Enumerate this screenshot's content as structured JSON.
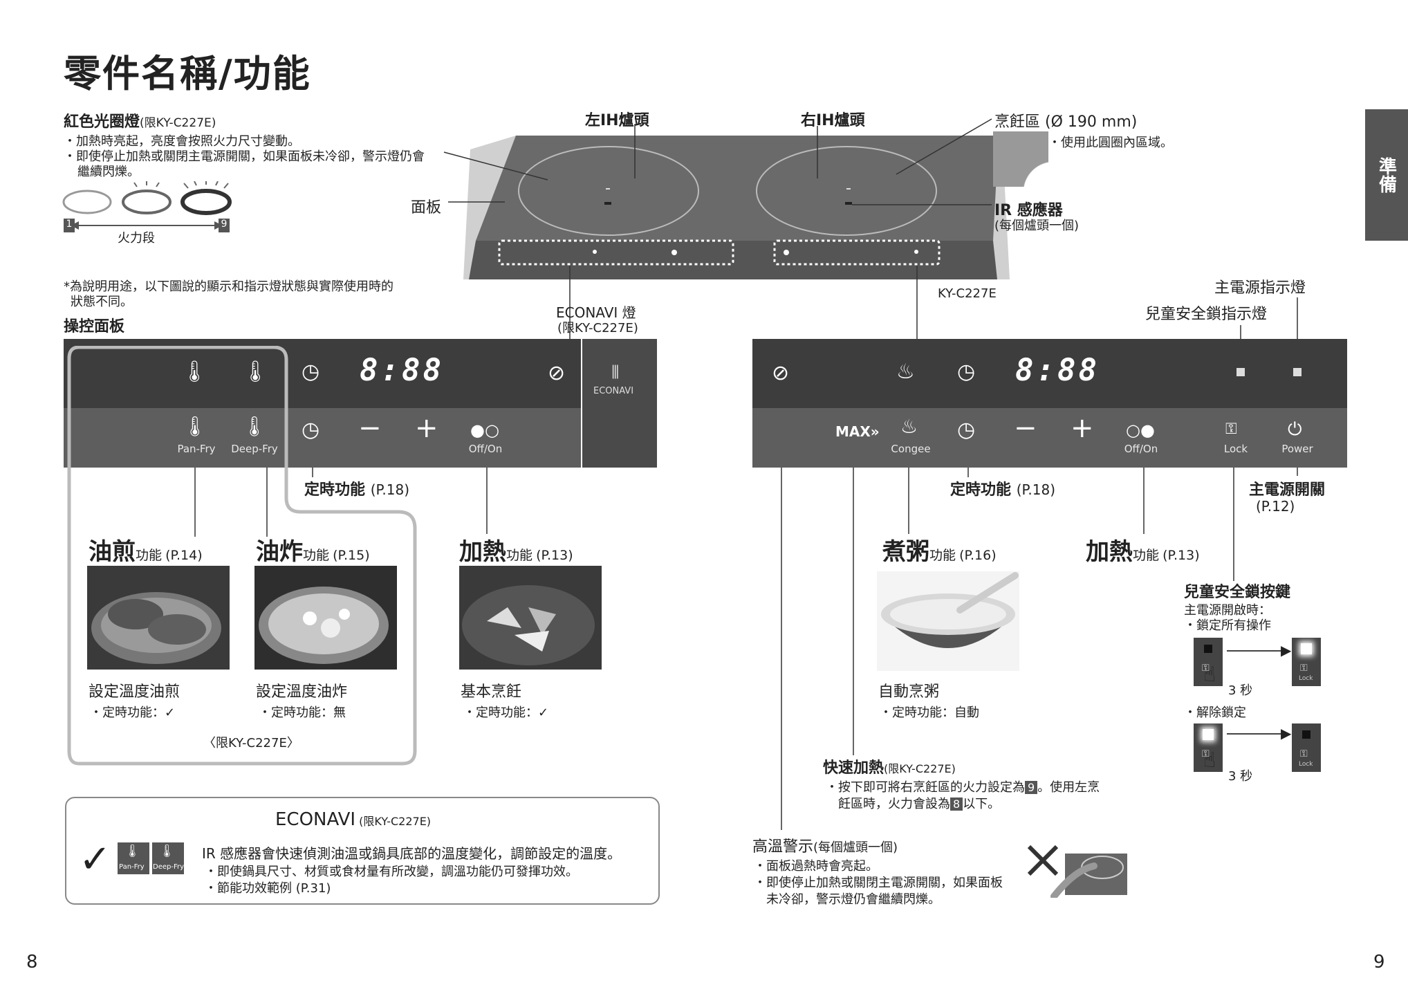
{
  "page_title": "零件名稱/功能",
  "side_tab": "準備",
  "page_left": "8",
  "page_right": "9",
  "red_ring": {
    "title": "紅色光圈燈",
    "model": "(限KY-C227E)",
    "b1": "・加熱時亮起，亮度會按照火力尺寸變動。",
    "b2": "・即使停止加熱或關閉主電源開關，如果面板未冷卻，警示燈仍會",
    "b2b": "繼續閃爍。",
    "lvl_min": "1",
    "lvl_max": "9",
    "lvl_label": "火力段"
  },
  "note": {
    "l1": "*為說明用途，以下圖說的顯示和指示燈狀態與實際使用時的",
    "l2": "狀態不同。"
  },
  "control_panel": "操控面板",
  "cooktop": {
    "left_ih": "左IH爐頭",
    "right_ih": "右IH爐頭",
    "panel": "面板",
    "zone": "烹飪區",
    "zone_size": "(Ø 190 mm)",
    "zone_note": "・使用此圓圈內區域。",
    "ir": "IR 感應器",
    "ir_note": "(每個爐頭一個)",
    "model": "KY-C227E"
  },
  "econavi_lamp": {
    "l1": "ECONAVI 燈",
    "l2": "(限KY-C227E)",
    "logo": "ECONAVI"
  },
  "main_power_ind": "主電源指示燈",
  "child_lock_ind": "兒童安全鎖指示燈",
  "display": "8:88",
  "left_panel": {
    "panfry": "Pan-Fry",
    "deepfry": "Deep-Fry",
    "offon": "Off/On",
    "minus": "−",
    "plus": "+"
  },
  "right_panel": {
    "max": "MAX»",
    "congee": "Congee",
    "offon": "Off/On",
    "lock": "Lock",
    "power": "Power",
    "minus": "−",
    "plus": "+"
  },
  "timer_left": {
    "name": "定時功能",
    "ref": "(P.18)"
  },
  "timer_right": {
    "name": "定時功能",
    "ref": "(P.18)"
  },
  "main_switch": {
    "name": "主電源開關",
    "ref": "(P.12)"
  },
  "functions": {
    "panfry": {
      "big": "油煎",
      "small": "功能",
      "ref": "(P.14)",
      "desc": "設定溫度油煎",
      "timer": "・定時功能：✓"
    },
    "deepfry": {
      "big": "油炸",
      "small": "功能",
      "ref": "(P.15)",
      "desc": "設定溫度油炸",
      "timer": "・定時功能：無"
    },
    "heat_l": {
      "big": "加熱",
      "small": "功能",
      "ref": "(P.13)",
      "desc": "基本烹飪",
      "timer": "・定時功能：✓"
    },
    "congee": {
      "big": "煮粥",
      "small": "功能",
      "ref": "(P.16)",
      "desc": "自動烹粥",
      "timer": "・定時功能：自動"
    },
    "heat_r": {
      "big": "加熱",
      "small": "功能",
      "ref": "(P.13)"
    },
    "limit": "〈限KY-C227E〉"
  },
  "child_lock": {
    "title": "兒童安全鎖按鍵",
    "l1": "主電源開啟時：",
    "l2": "・鎖定所有操作",
    "l3": "・解除鎖定",
    "sec1": "3 秒",
    "sec2": "3 秒",
    "lock_lbl": "Lock"
  },
  "quick_heat": {
    "title": "快速加熱",
    "model": "(限KY-C227E)",
    "l1a": "・按下即可將右烹飪區的火力設定為",
    "n9": "9",
    "l1b": "。使用左烹",
    "l2a": "飪區時，火力會設為",
    "n8": "8",
    "l2b": "以下。"
  },
  "econavi_box": {
    "title": "ECONAVI",
    "model": "(限KY-C227E)",
    "l1": "IR 感應器會快速偵測油溫或鍋具底部的溫度變化，調節設定的溫度。",
    "l2": "・即使鍋具尺寸、材質或食材量有所改變，調溫功能仍可發揮功效。",
    "l3": "・節能功效範例 (P.31)",
    "check": "✓",
    "tag1": "Pan-Fry",
    "tag2": "Deep-Fry"
  },
  "hot_warning": {
    "title": "高溫警示",
    "note": "(每個爐頭一個)",
    "l1": "・面板過熱時會亮起。",
    "l2": "・即使停止加熱或關閉主電源開關，如果面板",
    "l3": "未冷卻，警示燈仍會繼續閃爍。"
  }
}
